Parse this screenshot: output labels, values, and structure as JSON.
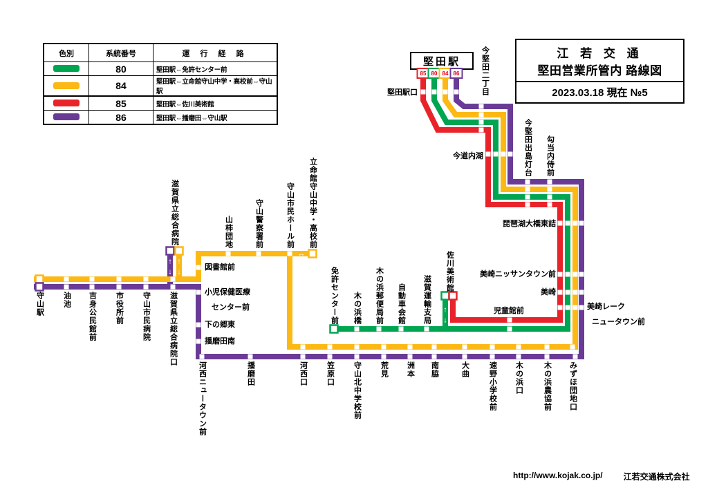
{
  "title_box": {
    "company": "江 若 交 通",
    "area": "堅田営業所管内 路線図",
    "date": "2023.03.18 現在  №5"
  },
  "legend": {
    "header_color": "色別",
    "header_no": "系統番号",
    "header_path": "運 行 経 路",
    "rows": [
      {
        "no": "80",
        "color": "#00A551",
        "path": "堅田駅⇔免許センター前"
      },
      {
        "no": "84",
        "color": "#FCB814",
        "path": "堅田駅⇔立命館守山中学・高校前⇔守山駅"
      },
      {
        "no": "85",
        "color": "#E8232A",
        "path": "堅田駅⇔佐川美術館"
      },
      {
        "no": "86",
        "color": "#6A3B96",
        "path": "堅田駅⇔播磨田⇔守山駅"
      }
    ]
  },
  "colors": {
    "green": "#00A551",
    "yellow": "#FCB814",
    "red": "#E8232A",
    "purple": "#6A3B96",
    "badge_text": "#E60012"
  },
  "station": {
    "name": "堅田駅",
    "badges": [
      {
        "no": "85",
        "color": "#E8232A"
      },
      {
        "no": "80",
        "color": "#00A551"
      },
      {
        "no": "84",
        "color": "#FCB814"
      },
      {
        "no": "86",
        "color": "#6A3B96"
      }
    ]
  },
  "stops": {
    "katata_ekiguchi": {
      "label": "堅田駅口"
    },
    "imakatata_2chome": {
      "label": "今堅田二丁目"
    },
    "imamichi_naiko": {
      "label": "今道内湖"
    },
    "imakatata_dejima_todai": {
      "label": "今堅田出島灯台"
    },
    "koto_naishi_mae": {
      "label": "勾当内侍前"
    },
    "biwako_ohashi_higashizume": {
      "label": "琵琶湖大橋東詰"
    },
    "misaki_nissan_town_mae": {
      "label": "美崎ニッサンタウン前"
    },
    "misaki": {
      "label": "美崎"
    },
    "misaki_lake_newtown_mae": {
      "label": "美崎レーク",
      "label2": "ニュータウン前"
    },
    "jidokan_mae": {
      "label": "児童館前"
    },
    "sagawa_bijutsukan": {
      "label": "佐川美術館"
    },
    "shiga_unyu_shikyoku": {
      "label": "滋賀運輸支局"
    },
    "jidosha_kaikan": {
      "label": "自動車会館"
    },
    "konohama_yubinkyoku_mae": {
      "label": "木の浜郵便局前"
    },
    "konohama_bashi": {
      "label": "木の浜橋"
    },
    "menkyo_center_mae": {
      "label": "免許センター前"
    },
    "mizuho_danchi_guchi": {
      "label": "みずほ団地口"
    },
    "konohama_nokyo_mae": {
      "label": "木の浜農協前"
    },
    "konohama_guchi": {
      "label": "木の浜口"
    },
    "hayano_shogakko_mae": {
      "label": "速野小学校前"
    },
    "omagari": {
      "label": "大曲"
    },
    "minamiwaki": {
      "label": "南脇"
    },
    "sumoto": {
      "label": "洲本"
    },
    "arami": {
      "label": "荒見"
    },
    "moriyama_kita_chugakko_mae": {
      "label": "守山北中学校前"
    },
    "kasahara_guchi": {
      "label": "笠原口"
    },
    "kawanishi_guchi": {
      "label": "河西口"
    },
    "harimada": {
      "label": "播磨田"
    },
    "kawanishi_newtown_mae": {
      "label": "河西ニュータウン前"
    },
    "harimada_minami": {
      "label": "播磨田南"
    },
    "shimonogo_higashi": {
      "label": "下の郷東"
    },
    "shoni_hoken_iryo_center_mae": {
      "label": "小児保健医療",
      "label2": "センター前"
    },
    "toshokan_mae": {
      "label": "図書館前"
    },
    "shiga_kenritsu_sogo_byoin": {
      "label": "滋賀県立総合病院"
    },
    "shiga_kenritsu_sogo_byoin_guchi": {
      "label": "滋賀県立総合病院口"
    },
    "moriyama_shimin_byoin": {
      "label": "守山市民病院"
    },
    "shiyakusho_mae": {
      "label": "市役所前"
    },
    "yoshimi_kominkan_mae": {
      "label": "吉身公民館前"
    },
    "aburaike": {
      "label": "油池"
    },
    "moriyama_sta": {
      "label": "守山駅"
    },
    "yamagaki_danchi": {
      "label": "山柿団地"
    },
    "moriyama_keisatsusho_mae": {
      "label": "守山警察署前"
    },
    "moriyama_shimin_hall_mae": {
      "label": "守山市民ホール前"
    },
    "ritsumeikan_moriyama": {
      "label": "立命館守山中学・高校前"
    }
  },
  "footer": {
    "url": "http://www.kojak.co.jp/",
    "company": "江若交通株式会社"
  }
}
